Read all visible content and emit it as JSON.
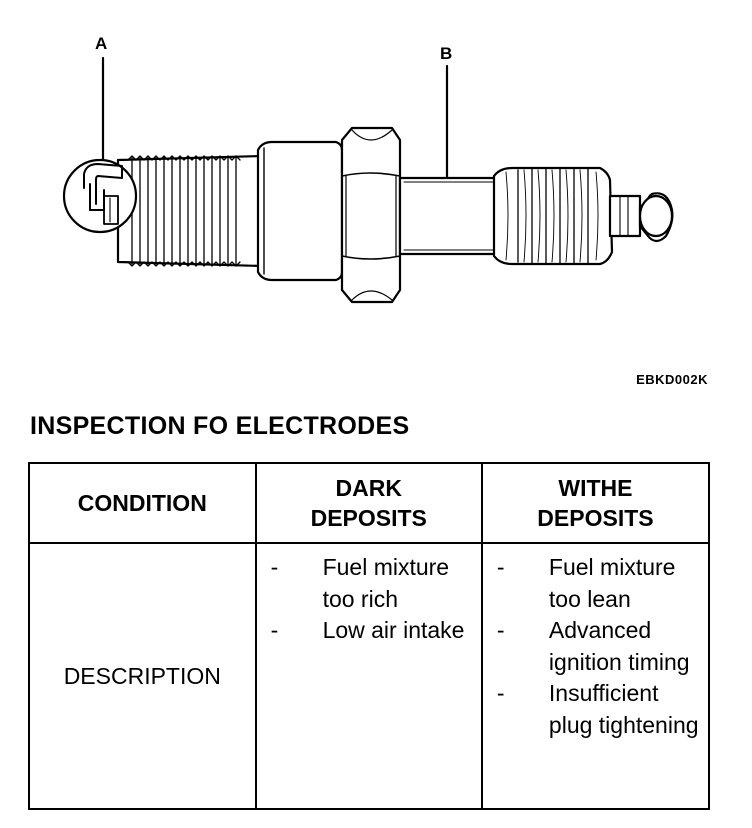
{
  "figure": {
    "label_a": "A",
    "label_b": "B",
    "code": "EBKD002K"
  },
  "section": {
    "title": "INSPECTION FO ELECTRODES"
  },
  "table": {
    "headers": {
      "condition": "CONDITION",
      "dark": [
        "DARK",
        "DEPOSITS"
      ],
      "white": [
        "WITHE",
        "DEPOSITS"
      ]
    },
    "row": {
      "label": "DESCRIPTION",
      "dark_items": [
        "Fuel mixture too rich",
        "Low air intake"
      ],
      "white_items": [
        "Fuel mixture too lean",
        "Advanced ignition timing",
        "Insufficient plug tightening"
      ],
      "bullet": "-"
    }
  }
}
